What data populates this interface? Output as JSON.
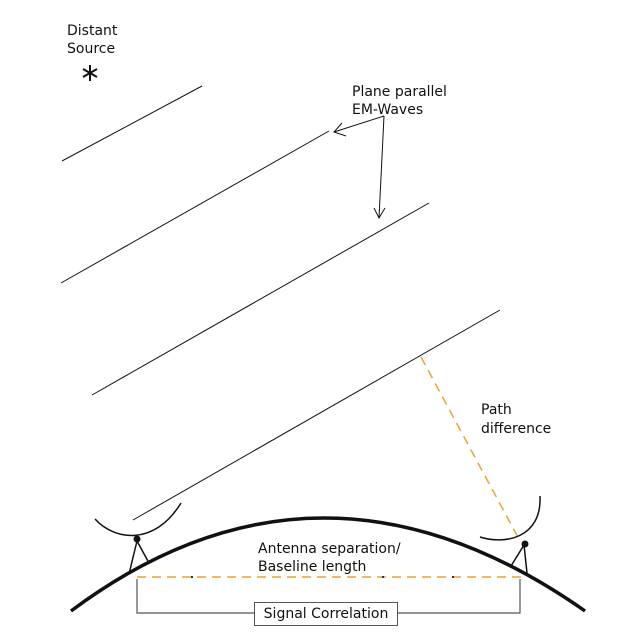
{
  "labels": {
    "source_line1": "Distant",
    "source_line2": "Source",
    "waves_line1": "Plane parallel",
    "waves_line2": "EM-Waves",
    "path_line1": "Path",
    "path_line2": "difference",
    "baseline_line1": "Antenna separation/",
    "baseline_line2": "Baseline length",
    "correlation": "Signal Correlation"
  },
  "colors": {
    "line": "#111111",
    "path_difference": "#f0a030",
    "baseline": "#f0a030",
    "correlation_bracket": "#555555"
  },
  "icons": {
    "source": "asterisk-star-icon",
    "antenna": "dish-antenna-icon"
  }
}
